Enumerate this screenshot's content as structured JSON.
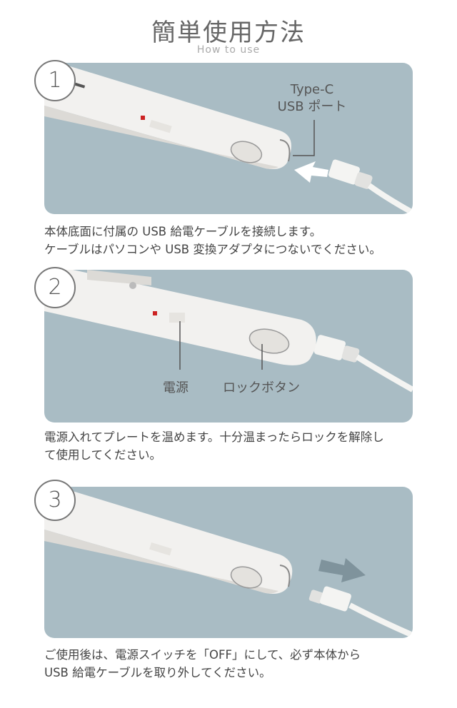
{
  "header": {
    "title": "簡単使用方法",
    "subtitle": "How to use"
  },
  "steps": [
    {
      "number": "1",
      "labels": {
        "port_line1": "Type-C",
        "port_line2": "USB ポート"
      },
      "desc_line1": "本体底面に付属の USB 給電ケーブルを接続します。",
      "desc_line2": "ケーブルはパソコンや USB 変換アダプタにつないでください。"
    },
    {
      "number": "2",
      "labels": {
        "power": "電源",
        "lock": "ロックボタン"
      },
      "desc_line1": "電源入れてプレートを温めます。十分温まったらロックを解除し",
      "desc_line2": "て使用してください。"
    },
    {
      "number": "3",
      "desc_line1": "ご使用後は、電源スイッチを「OFF」にして、必ず本体から",
      "desc_line2": "USB 給電ケーブルを取り外してください。"
    }
  ],
  "colors": {
    "panel_bg": "#a9bcc4",
    "device": "#f2f1ef",
    "arrow_dark": "#7f939c"
  }
}
